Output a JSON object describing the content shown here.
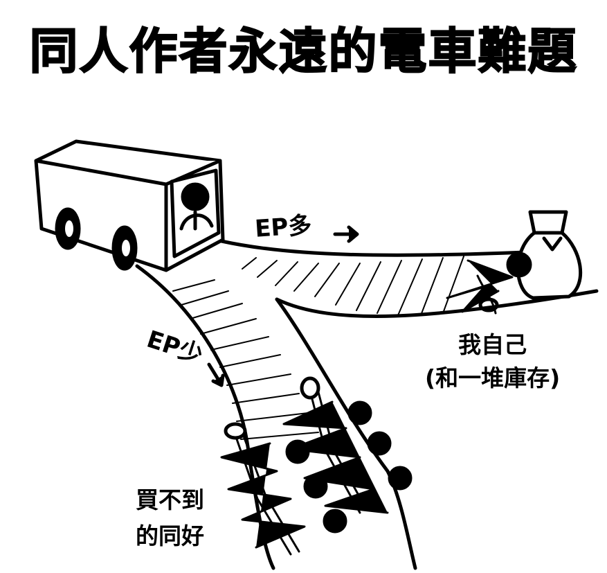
{
  "title": "同人作者永遠的電車難題",
  "labels": {
    "more_ep": "EP多",
    "less_ep": "EP少",
    "self_line1": "我自己",
    "self_line2": "(和一堆庫存)",
    "fans_line1": "買不到",
    "fans_line2": "的同好"
  },
  "icons": [
    "tram",
    "driver",
    "arrow-right",
    "arrow-down",
    "money-bag",
    "tied-person",
    "tied-crowd"
  ],
  "colors": {
    "ink": "#000000",
    "paper": "#ffffff"
  }
}
